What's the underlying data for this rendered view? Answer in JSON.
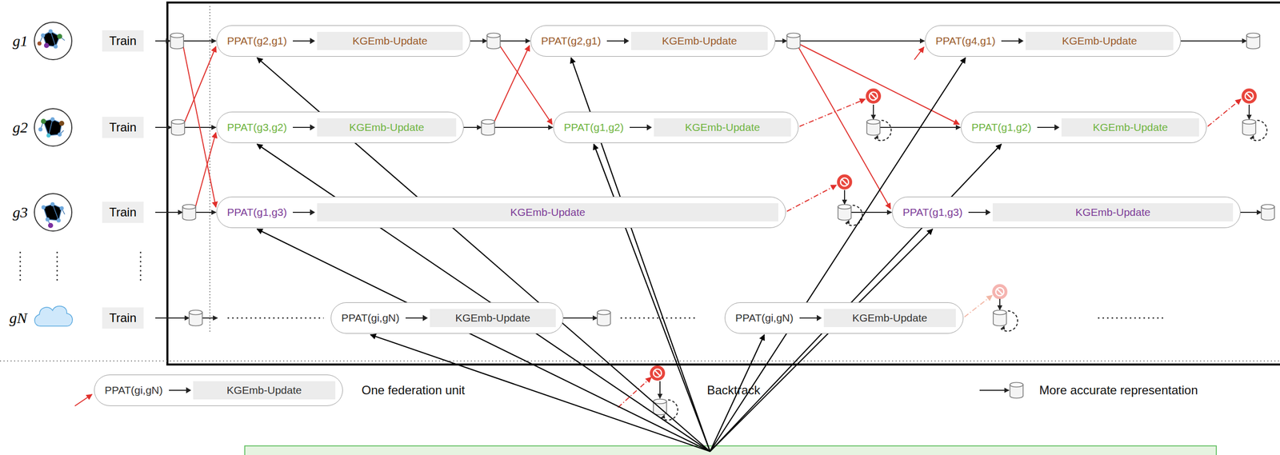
{
  "diagram": {
    "nodes": [
      {
        "text": [
          "Train"
        ]
      },
      {
        "text": [
          "PPAT(g2,g1)",
          "KGEmb-Update"
        ]
      },
      {
        "text": [
          "PPAT(g2,g1)",
          "KGEmb-Update"
        ]
      },
      {
        "text": [
          "PPAT(g4,g1)",
          "KGEmb-Update"
        ]
      },
      {
        "text": [
          "Train"
        ]
      },
      {
        "text": [
          "PPAT(g3,g2)",
          "KGEmb-Update"
        ]
      },
      {
        "text": [
          "PPAT(g1,g2)",
          "KGEmb-Update"
        ]
      },
      {
        "text": [
          "PPAT(g1,g2)",
          "KGEmb-Update"
        ]
      },
      {
        "text": [
          "Train"
        ]
      },
      {
        "text": [
          "PPAT(g1,g3)",
          "KGEmb-Update"
        ]
      },
      {
        "text": [
          "PPAT(g1,g3)",
          "KGEmb-Update"
        ]
      },
      {
        "text": [
          "Train"
        ]
      },
      {
        "text": [
          "PPAT(gi,gN)",
          "KGEmb-Update"
        ]
      },
      {
        "text": [
          "PPAT(gi,gN)",
          "KGEmb-Update"
        ]
      },
      {
        "text": [
          "PPAT(gi,gN)",
          "KGEmb-Update"
        ]
      }
    ],
    "labels": [
      "g1",
      "g2",
      "g3",
      "gN"
    ],
    "legend": [
      {
        "text": "One federation unit"
      },
      {
        "text": "Backtrack"
      },
      {
        "text": "More accurate representation"
      }
    ]
  }
}
